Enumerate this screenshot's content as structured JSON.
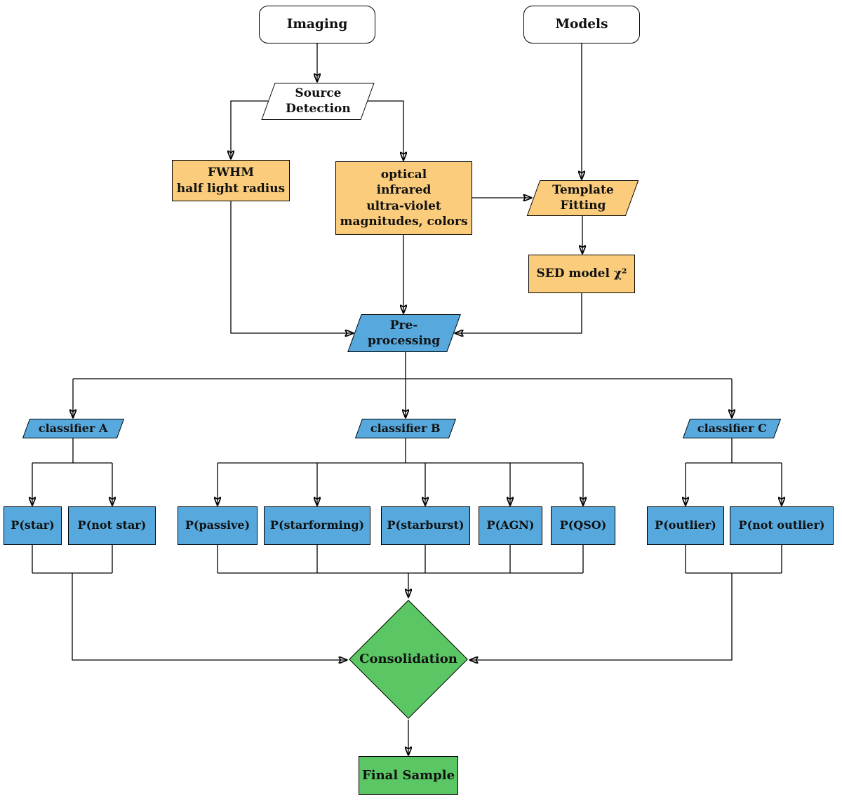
{
  "diagram_type": "flowchart",
  "colors": {
    "node_orange": "#facc7c",
    "node_blue": "#57a8dd",
    "node_green": "#5bc764",
    "node_white": "#ffffff",
    "line": "#000000"
  },
  "nodes": {
    "imaging": "Imaging",
    "models": "Models",
    "source_detection": "Source\nDetection",
    "fwhm": "FWHM\nhalf light radius",
    "optical": "optical\ninfrared\nultra-violet\nmagnitudes, colors",
    "template_fitting": "Template\nFitting",
    "sed_model": "SED model χ²",
    "pre_processing": "Pre-\nprocessing",
    "classifier_a": "classifier A",
    "classifier_b": "classifier B",
    "classifier_c": "classifier C",
    "p_star": "P(star)",
    "p_not_star": "P(not star)",
    "p_passive": "P(passive)",
    "p_starforming": "P(starforming)",
    "p_starburst": "P(starburst)",
    "p_agn": "P(AGN)",
    "p_qso": "P(QSO)",
    "p_outlier": "P(outlier)",
    "p_not_outlier": "P(not outlier)",
    "consolidation": "Consolidation",
    "final_sample": "Final Sample"
  },
  "edges": [
    {
      "from": "Imaging",
      "to": "Source Detection"
    },
    {
      "from": "Source Detection",
      "to": "FWHM half light radius"
    },
    {
      "from": "Source Detection",
      "to": "optical infrared ultra-violet magnitudes, colors"
    },
    {
      "from": "Models",
      "to": "Template Fitting"
    },
    {
      "from": "optical infrared ultra-violet magnitudes, colors",
      "to": "Template Fitting"
    },
    {
      "from": "Template Fitting",
      "to": "SED model χ²"
    },
    {
      "from": "FWHM half light radius",
      "to": "Pre-processing"
    },
    {
      "from": "optical infrared ultra-violet magnitudes, colors",
      "to": "Pre-processing"
    },
    {
      "from": "SED model χ²",
      "to": "Pre-processing"
    },
    {
      "from": "Pre-processing",
      "to": "classifier A"
    },
    {
      "from": "Pre-processing",
      "to": "classifier B"
    },
    {
      "from": "Pre-processing",
      "to": "classifier C"
    },
    {
      "from": "classifier A",
      "to": "P(star)"
    },
    {
      "from": "classifier A",
      "to": "P(not star)"
    },
    {
      "from": "classifier B",
      "to": "P(passive)"
    },
    {
      "from": "classifier B",
      "to": "P(starforming)"
    },
    {
      "from": "classifier B",
      "to": "P(starburst)"
    },
    {
      "from": "classifier B",
      "to": "P(AGN)"
    },
    {
      "from": "classifier B",
      "to": "P(QSO)"
    },
    {
      "from": "classifier C",
      "to": "P(outlier)"
    },
    {
      "from": "classifier C",
      "to": "P(not outlier)"
    },
    {
      "from": "P(star) / P(not star)",
      "to": "Consolidation"
    },
    {
      "from": "P(passive) / P(starforming) / P(starburst) / P(AGN) / P(QSO)",
      "to": "Consolidation"
    },
    {
      "from": "P(outlier) / P(not outlier)",
      "to": "Consolidation"
    },
    {
      "from": "Consolidation",
      "to": "Final Sample"
    }
  ]
}
